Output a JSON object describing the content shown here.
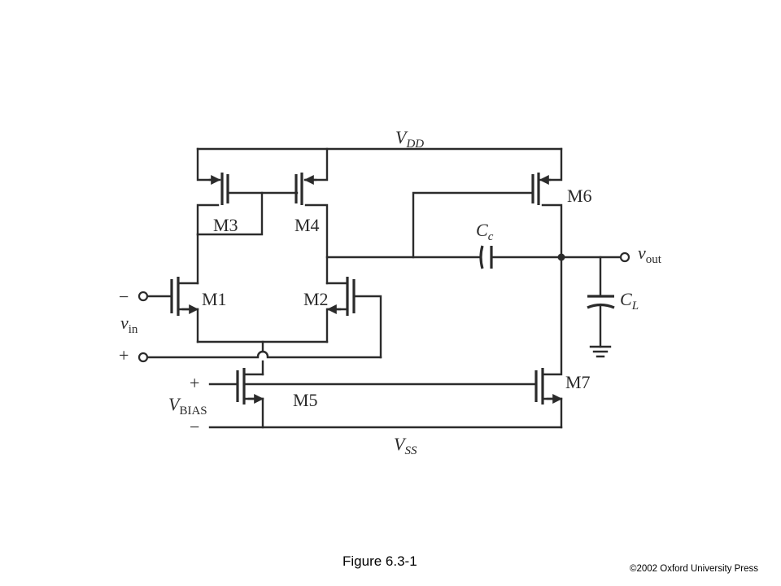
{
  "labels": {
    "vdd": "V",
    "vdd_sub": "DD",
    "vss": "V",
    "vss_sub": "SS",
    "m1": "M1",
    "m2": "M2",
    "m3": "M3",
    "m4": "M4",
    "m5": "M5",
    "m6": "M6",
    "m7": "M7",
    "cc": "C",
    "cc_sub": "c",
    "cl": "C",
    "cl_sub": "L",
    "vout": "v",
    "vout_sub": "out",
    "vin": "v",
    "vin_sub": "in",
    "vbias": "V",
    "vbias_sub": "BIAS",
    "vin_minus": "−",
    "vin_plus": "+",
    "vbias_plus": "+",
    "vbias_minus": "−"
  },
  "caption": "Figure 6.3-1",
  "copyright": "©2002 Oxford University Press"
}
